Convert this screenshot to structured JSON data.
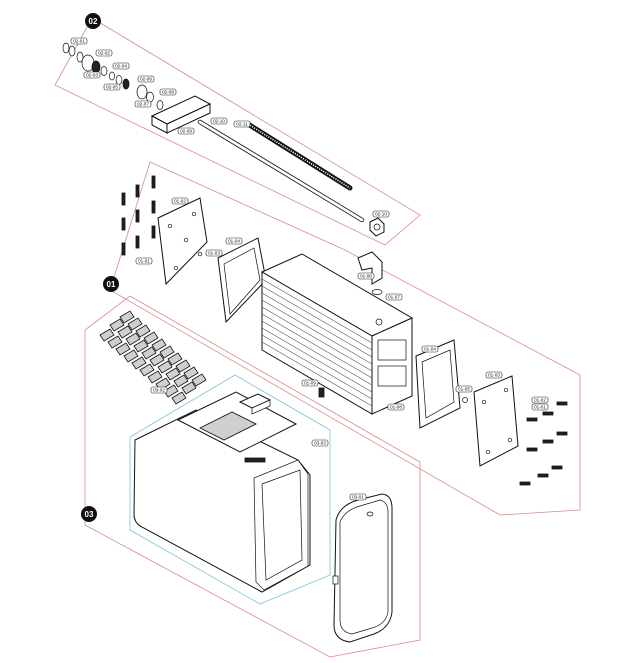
{
  "groups": [
    {
      "id": "02"
    },
    {
      "id": "01"
    },
    {
      "id": "03"
    }
  ],
  "part_labels": {
    "p02_01": "02-01",
    "p02_02": "02-02",
    "p02_03": "02-03",
    "p02_04": "02-04",
    "p02_05": "02-05",
    "p02_06": "02-06",
    "p02_07": "02-07",
    "p02_08": "02-08",
    "p02_09": "02-09",
    "p02_10": "02-10",
    "p02_11": "02-11",
    "p01_01a": "01-01",
    "p01_01b": "01-01",
    "p01_02a": "01-02",
    "p01_02b": "01-02",
    "p01_03a": "01-03",
    "p01_03b": "01-03",
    "p01_04a": "01-04",
    "p01_04b": "01-04",
    "p01_05": "01-05",
    "p01_06": "01-06",
    "p01_07": "01-07",
    "p01_08": "01-08",
    "p01_09": "01-09",
    "p03_01": "03-01",
    "p03_02": "03-02",
    "p03_03": "03-03"
  },
  "colors": {
    "group_outline": "#d98b8b",
    "subgroup_outline": "#7cc3d8",
    "ink": "#111111"
  }
}
